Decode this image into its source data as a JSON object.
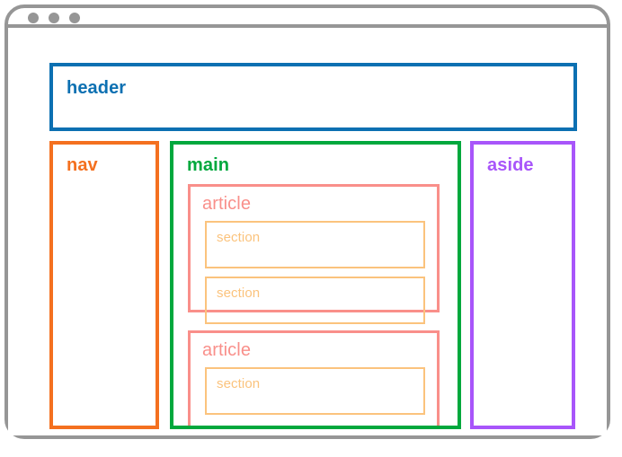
{
  "window": {
    "frame_color": "#969696",
    "traffic_lights": [
      {
        "name": "dot-1",
        "color": "#969696"
      },
      {
        "name": "dot-2",
        "color": "#969696"
      },
      {
        "name": "dot-3",
        "color": "#969696"
      }
    ]
  },
  "diagram": {
    "type": "html5-semantic-layout",
    "regions": {
      "header": {
        "label": "header",
        "color": "#0c70b2"
      },
      "nav": {
        "label": "nav",
        "color": "#f4701f"
      },
      "main": {
        "label": "main",
        "color": "#00a83d"
      },
      "aside": {
        "label": "aside",
        "color": "#a855fa"
      },
      "articles": [
        {
          "label": "article",
          "color": "#f98f8a",
          "sections": [
            {
              "label": "section",
              "color": "#fbc37d"
            },
            {
              "label": "section",
              "color": "#fbc37d"
            }
          ]
        },
        {
          "label": "article",
          "color": "#f98f8a",
          "sections": [
            {
              "label": "section",
              "color": "#fbc37d"
            }
          ]
        }
      ]
    }
  }
}
